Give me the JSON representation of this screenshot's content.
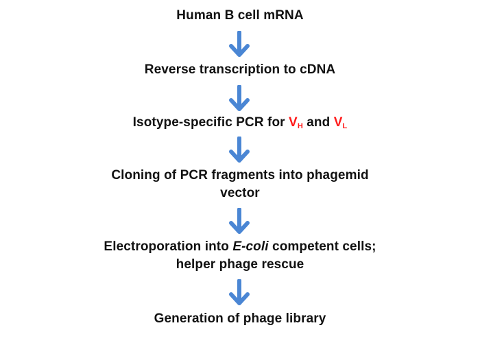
{
  "flowchart": {
    "steps": [
      {
        "text": "Human B cell mRNA"
      },
      {
        "text": "Reverse transcription to cDNA"
      },
      {
        "prefix": "Isotype-specific PCR for ",
        "vh_main": "V",
        "vh_sub": "H",
        "middle": " and ",
        "vl_main": "V",
        "vl_sub": "L"
      },
      {
        "line1": "Cloning of PCR fragments into phagemid",
        "line2": "vector"
      },
      {
        "line1_prefix": "Electroporation into ",
        "line1_italic": "E-coli",
        "line1_suffix": " competent cells;",
        "line2": "helper phage rescue"
      },
      {
        "text": "Generation of phage library"
      }
    ],
    "colors": {
      "text": "#111111",
      "highlight": "#ff1a1a",
      "arrow": "#4a86d4"
    },
    "arrow_icon": "down-arrow-icon"
  }
}
